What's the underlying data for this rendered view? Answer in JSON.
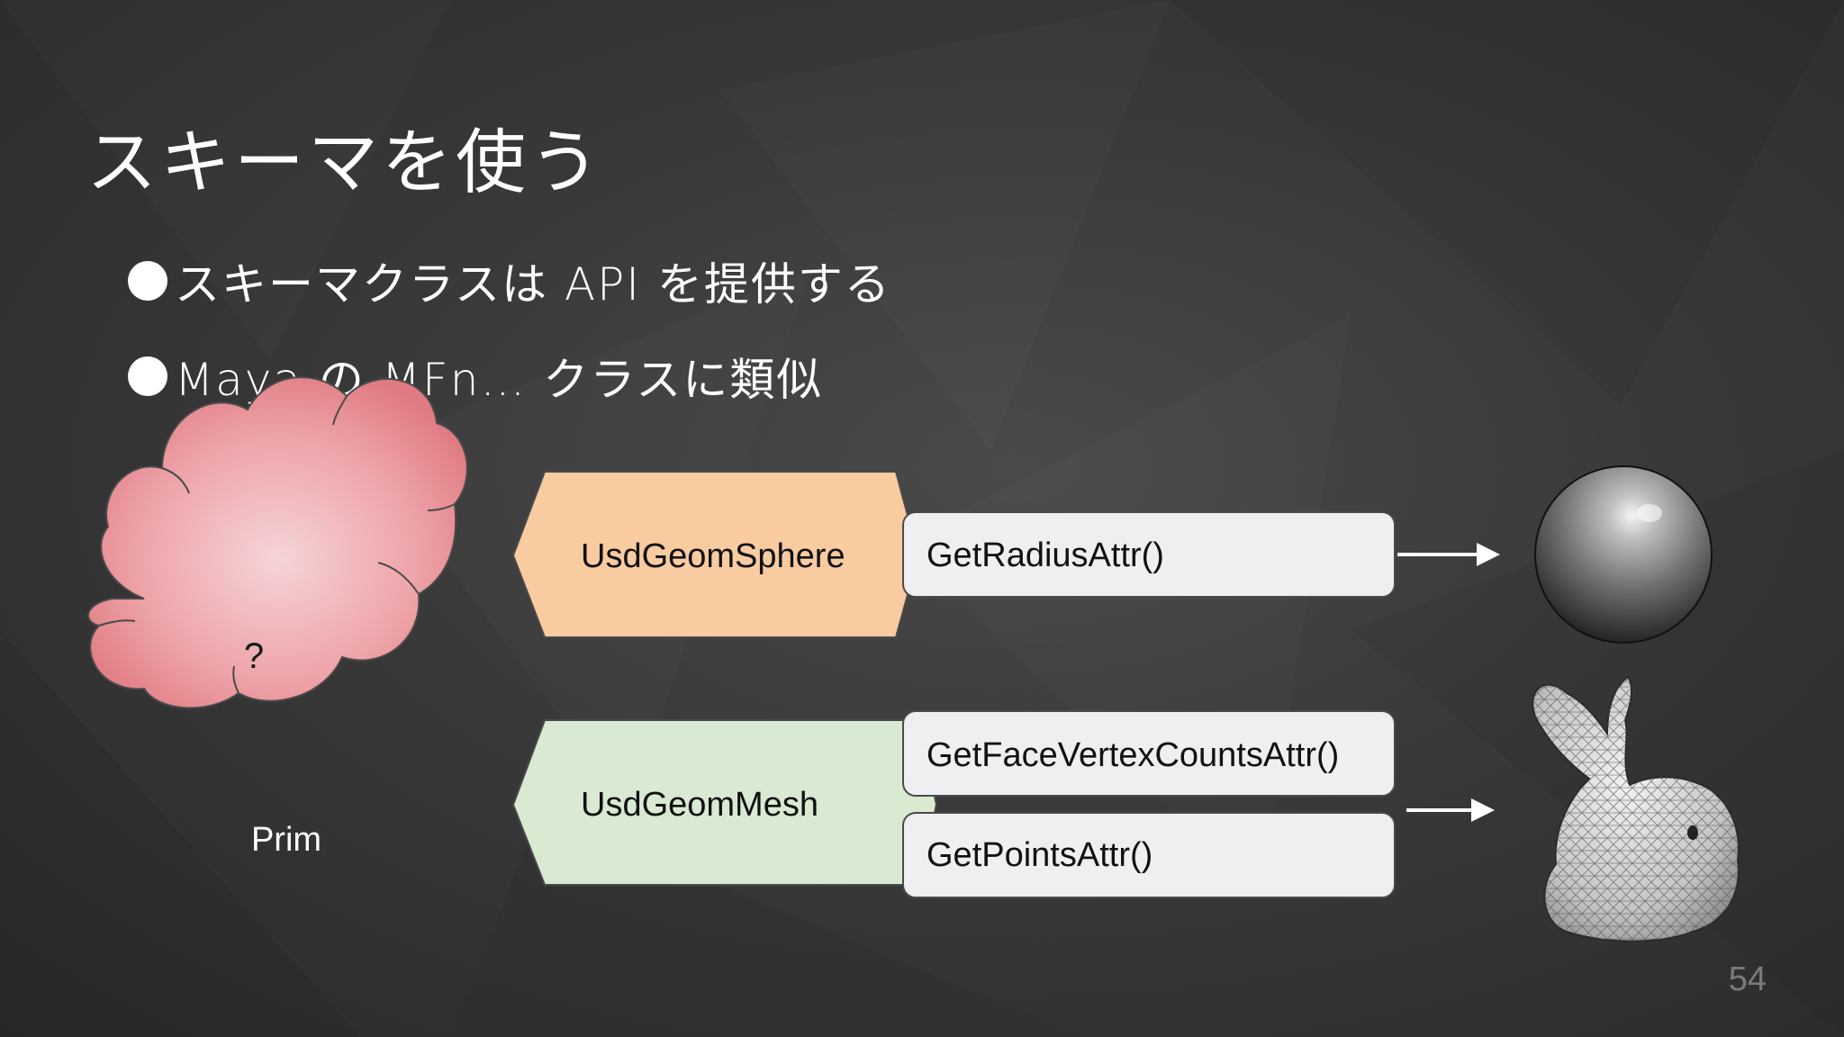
{
  "slide": {
    "title": "スキーマを使う",
    "bullets": [
      "スキーマクラスは API を提供する",
      "Maya の MFn… クラスに類似"
    ],
    "page_number": "54"
  },
  "diagram": {
    "prim": {
      "symbol": "?",
      "label": "Prim"
    },
    "schemas": [
      {
        "name": "UsdGeomSphere",
        "color": "#f9cba0",
        "methods": [
          "GetRadiusAttr()"
        ],
        "result_icon": "sphere-icon"
      },
      {
        "name": "UsdGeomMesh",
        "color": "#d9ead3",
        "methods": [
          "GetFaceVertexCountsAttr()",
          "GetPointsAttr()"
        ],
        "result_icon": "bunny-mesh-icon"
      }
    ],
    "colors": {
      "prim_fill": "#e88a90",
      "method_box": "#efeff1",
      "arrow": "#ffffff"
    }
  }
}
